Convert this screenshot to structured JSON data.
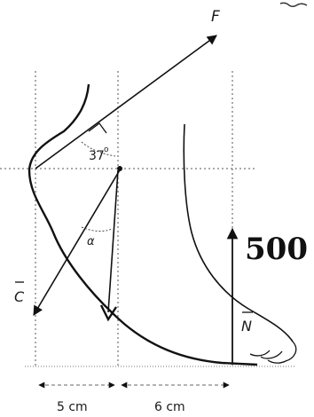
{
  "diagram": {
    "labels": {
      "force_f": "F",
      "force_c": "C",
      "force_n": "N",
      "angle_37": "37",
      "angle_alpha": "α",
      "weight_value": "500",
      "dist_left": "5 cm",
      "dist_right": "6 cm"
    }
  }
}
